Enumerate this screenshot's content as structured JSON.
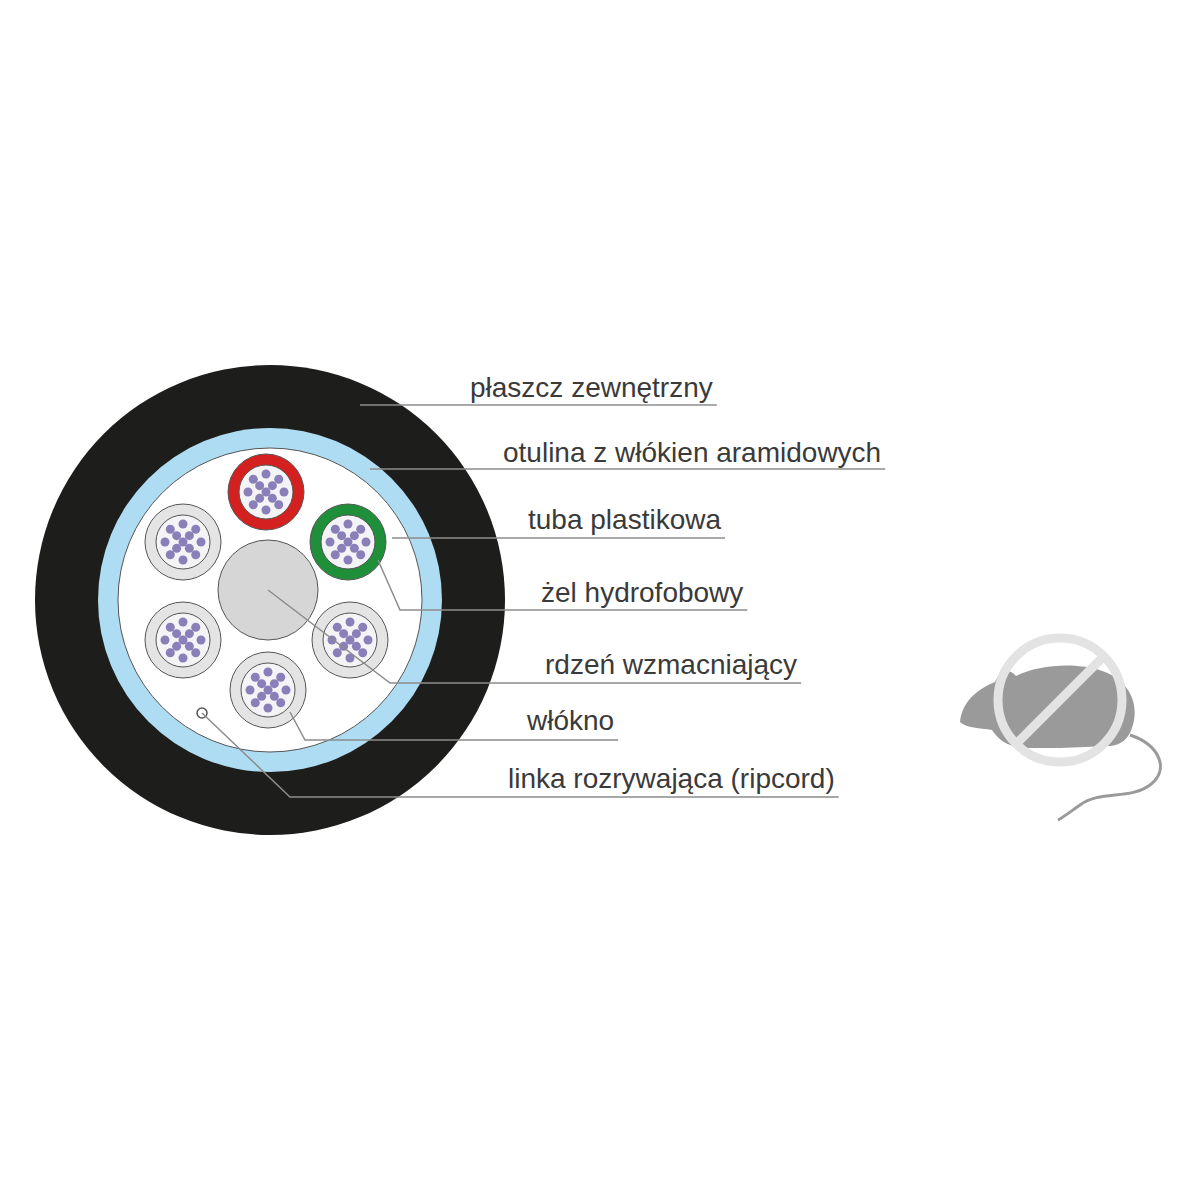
{
  "diagram": {
    "labels": [
      "płaszcz zewnętrzny",
      "otulina z włókien aramidowych",
      "tuba plastikowa",
      "żel hydrofobowy",
      "rdzeń wzmacniający",
      "włókno",
      "linka rozrywająca (ripcord)"
    ]
  }
}
